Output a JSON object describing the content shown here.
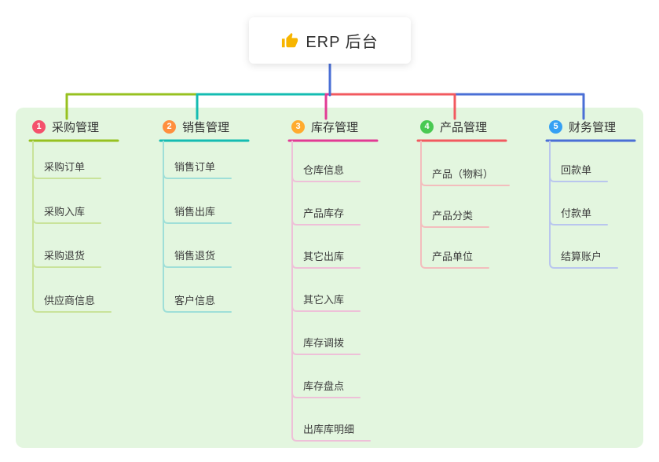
{
  "root": {
    "label": "ERP 后台",
    "icon": "thumbs-up-icon",
    "icon_color": "#f7b500"
  },
  "branches": [
    {
      "num": "1",
      "label": "采购管理",
      "badge_color": "#f4516c",
      "line_color": "#97c120",
      "child_line_color": "#c9e39a",
      "children": [
        "采购订单",
        "采购入库",
        "采购退货",
        "供应商信息"
      ]
    },
    {
      "num": "2",
      "label": "销售管理",
      "badge_color": "#ff8f3e",
      "line_color": "#14bcb2",
      "child_line_color": "#9fdfd8",
      "children": [
        "销售订单",
        "销售出库",
        "销售退货",
        "客户信息"
      ]
    },
    {
      "num": "3",
      "label": "库存管理",
      "badge_color": "#ffab2e",
      "line_color": "#e23a94",
      "child_line_color": "#eec0d8",
      "children": [
        "仓库信息",
        "产品库存",
        "其它出库",
        "其它入库",
        "库存调拨",
        "库存盘点",
        "出库库明细"
      ]
    },
    {
      "num": "4",
      "label": "产品管理",
      "badge_color": "#49c952",
      "line_color": "#f2595f",
      "child_line_color": "#f3bdbd",
      "children": [
        "产品（物料）",
        "产品分类",
        "产品单位"
      ]
    },
    {
      "num": "5",
      "label": "财务管理",
      "badge_color": "#35a0f4",
      "line_color": "#4a6fd6",
      "child_line_color": "#b9c6ee",
      "children": [
        "回款单",
        "付款单",
        "结算账户"
      ]
    }
  ],
  "colors": {
    "panel_bg": "#e3f6df",
    "root_line": "#4a6fd6"
  }
}
